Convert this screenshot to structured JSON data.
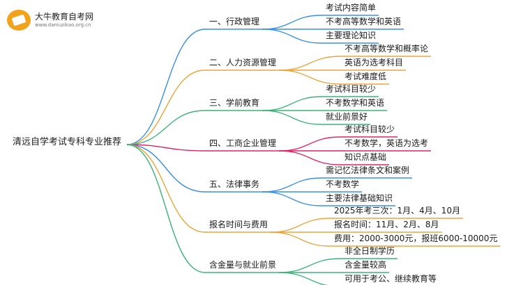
{
  "logo": {
    "title": "大牛教育自考网",
    "url": "www.daniuzikao.org.cn",
    "icon": "book-icon"
  },
  "root": "清远自学考试专科专业推荐",
  "branches": [
    {
      "label": "一、行政管理",
      "color": "#3a8ee6",
      "children": [
        "考试内容简单",
        "不考高等数学和英语",
        "主要理论知识"
      ]
    },
    {
      "label": "二、人力资源管理",
      "color": "#e9a53c",
      "children": [
        "不考高等数学和概率论",
        "英语为选考科目",
        "考试难度低"
      ]
    },
    {
      "label": "三、学前教育",
      "color": "#3cb37a",
      "children": [
        "考试科目较少",
        "不考数学和英语",
        "就业前景好"
      ]
    },
    {
      "label": "四、工商企业管理",
      "color": "#e0246a",
      "children": [
        "考试科目较少",
        "不考数学，英语为选考",
        "知识点基础"
      ]
    },
    {
      "label": "五、法律事务",
      "color": "#3a8ee6",
      "children": [
        "需记忆法律条文和案例",
        "不考数学",
        "主要法律基础知识"
      ]
    },
    {
      "label": "报名时间与费用",
      "color": "#e9a53c",
      "children": [
        "2025年考三次：1月、4月、10月",
        "报名时间：11月、2月、8月",
        "费用：2000-3000元，报班6000-10000元"
      ]
    },
    {
      "label": "含金量与就业前景",
      "color": "#3cb37a",
      "children": [
        "非全日制学历",
        "含金量较高",
        "可用于考公、继续教育等"
      ]
    }
  ]
}
